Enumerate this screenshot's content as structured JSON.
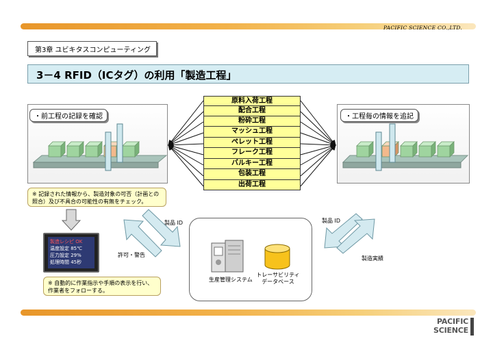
{
  "header": {
    "company": "PACIFIC SCIENCE CO.,LTD."
  },
  "chapter_label": "第3章 ユビキタスコンピューティング",
  "title": "3－4  RFID（ICタグ）の利用「製造工程」",
  "processes": [
    "原料入荷工程",
    "配合工程",
    "粉砕工程",
    "マッシュ工程",
    "ペレット工程",
    "フレーク工程",
    "バルキー工程",
    "包装工程",
    "出荷工程"
  ],
  "left_scene": {
    "label": "・前工程の記録を確認"
  },
  "right_scene": {
    "label": "・工程毎の情報を追記"
  },
  "note_top": "※ 記録された情報から、製造対象の可否（計画との照合）及び不具合の可能性の有無をチェック。",
  "monitor_lines": [
    "製造レシピ OK",
    "温度設定 85℃",
    "圧力設定 29%",
    "処理時間 45秒"
  ],
  "note_bottom": "※ 自動的に作業指示や手順の表示を行い、作業者をフォローする。",
  "arrow_labels": {
    "left_up": "製品 ID",
    "left_down": "許可・警告",
    "right_up": "製品 ID",
    "right_down": "製造実績"
  },
  "server": {
    "system": "生産管理システム",
    "database_line1": "トレーサビリティ",
    "database_line2": "データベース"
  },
  "logo": {
    "line1": "PACIFIC",
    "line2": "SCIENCE"
  },
  "colors": {
    "accent_orange": "#e8962a",
    "title_fill": "#d6edf3",
    "process_fill": "#ffff99",
    "note_fill": "#ffffcc"
  }
}
